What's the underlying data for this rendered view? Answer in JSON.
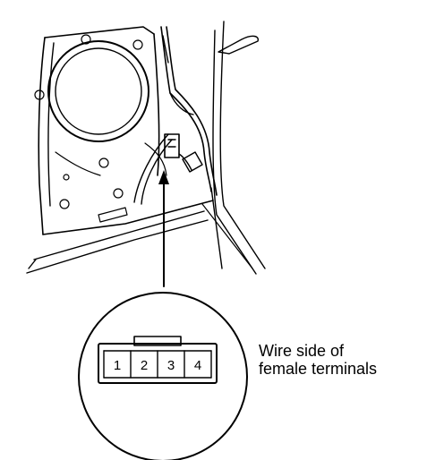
{
  "callout": {
    "caption_line1": "Wire side of",
    "caption_line2": "female terminals"
  },
  "connector": {
    "pins": [
      "1",
      "2",
      "3",
      "4"
    ]
  },
  "colors": {
    "ink": "#000000",
    "background": "#ffffff"
  }
}
